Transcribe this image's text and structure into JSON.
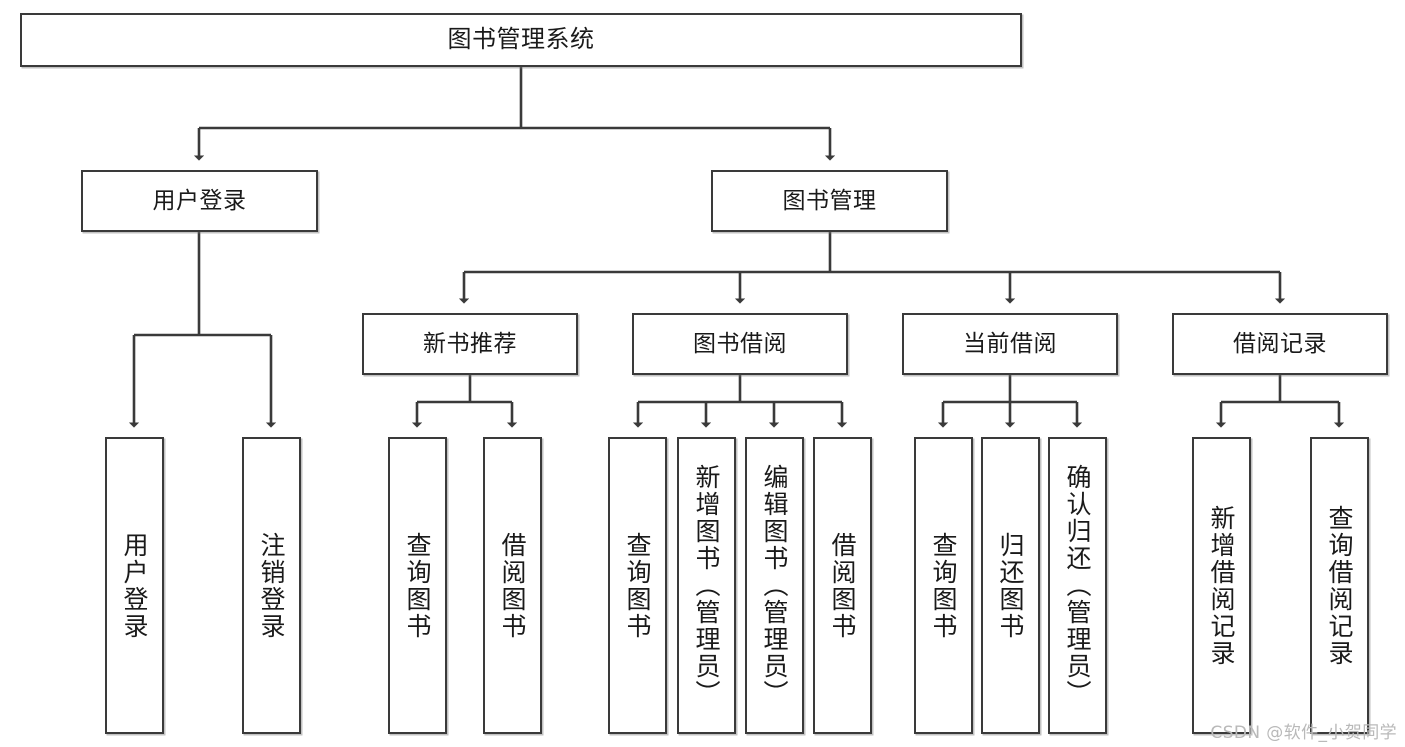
{
  "diagram": {
    "title": "图书管理系统",
    "type": "tree-hierarchy-function-structure",
    "root": {
      "label": "图书管理系统"
    },
    "level2": [
      {
        "label": "用户登录"
      },
      {
        "label": "图书管理"
      }
    ],
    "level3": [
      {
        "label": "新书推荐"
      },
      {
        "label": "图书借阅"
      },
      {
        "label": "当前借阅"
      },
      {
        "label": "借阅记录"
      }
    ],
    "leaves": {
      "user_login": [
        {
          "label": "用户登录"
        },
        {
          "label": "注销登录"
        }
      ],
      "new_book_recommend": [
        {
          "label": "查询图书"
        },
        {
          "label": "借阅图书"
        }
      ],
      "book_borrow": [
        {
          "label": "查询图书"
        },
        {
          "label": "新增图书（管理员）"
        },
        {
          "label": "编辑图书（管理员）"
        },
        {
          "label": "借阅图书"
        }
      ],
      "current_borrow": [
        {
          "label": "查询图书"
        },
        {
          "label": "归还图书"
        },
        {
          "label": "确认归还（管理员）"
        }
      ],
      "borrow_record": [
        {
          "label": "新增借阅记录"
        },
        {
          "label": "查询借阅记录"
        }
      ]
    }
  },
  "watermark": {
    "text": "CSDN @软件_小贺同学"
  },
  "colors": {
    "box_border": "#3a3a3a",
    "box_fill": "#ffffff",
    "connector": "#3a3a3a",
    "text": "#1a1a1a",
    "watermark": "#b9b9b9"
  }
}
